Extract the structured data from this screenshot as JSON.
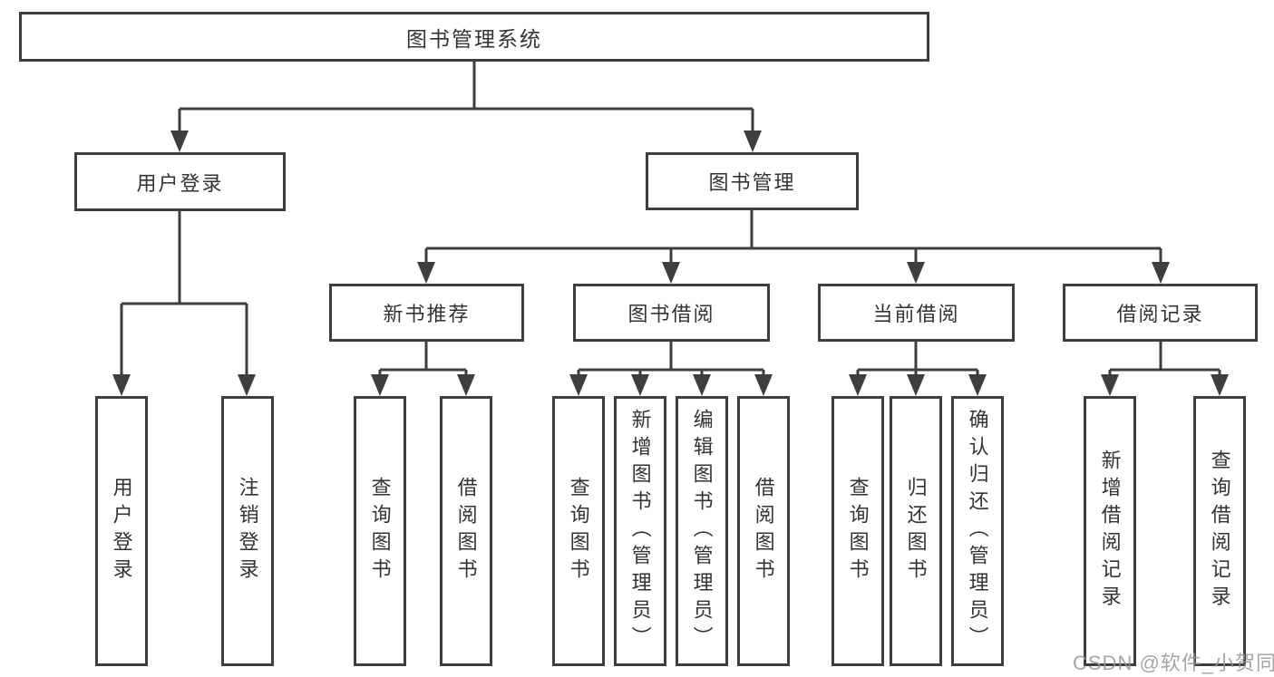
{
  "tree": {
    "root": {
      "label": "图书管理系统"
    },
    "children": [
      {
        "label": "用户登录",
        "children": [
          {
            "label": "用户登录"
          },
          {
            "label": "注销登录"
          }
        ]
      },
      {
        "label": "图书管理",
        "children": [
          {
            "label": "新书推荐",
            "children": [
              {
                "label": "查询图书"
              },
              {
                "label": "借阅图书"
              }
            ]
          },
          {
            "label": "图书借阅",
            "children": [
              {
                "label": "查询图书"
              },
              {
                "label": "新增图书（管理员）"
              },
              {
                "label": "编辑图书（管理员）"
              },
              {
                "label": "借阅图书"
              }
            ]
          },
          {
            "label": "当前借阅",
            "children": [
              {
                "label": "查询图书"
              },
              {
                "label": "归还图书"
              },
              {
                "label": "确认归还（管理员）"
              }
            ]
          },
          {
            "label": "借阅记录",
            "children": [
              {
                "label": "新增借阅记录"
              },
              {
                "label": "查询借阅记录"
              }
            ]
          }
        ]
      }
    ]
  },
  "watermark": "CSDN @软件_小贺同学",
  "colors": {
    "line": "#3e3e3e",
    "text": "#333333",
    "watermark": "#969696",
    "bg": "#ffffff"
  }
}
